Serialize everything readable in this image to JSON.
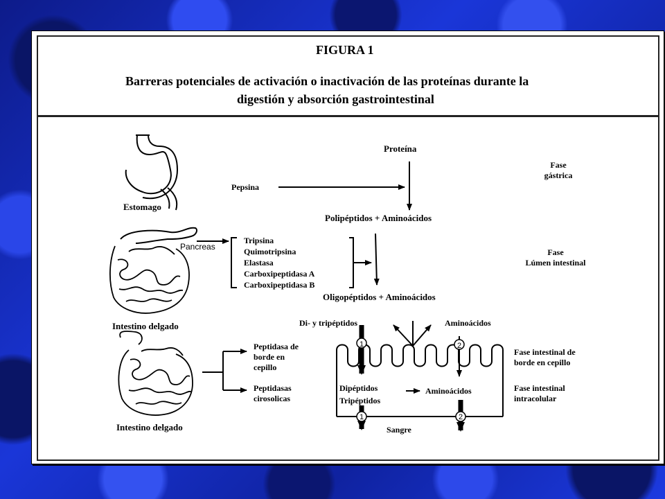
{
  "header": {
    "figure_label": "FIGURA 1",
    "caption_line1": "Barreras potenciales de activación o inactivación de las proteínas durante la",
    "caption_line2": "digestión y absorción gastrointestinal"
  },
  "organs": {
    "stomach": "Estomago",
    "pancreas": "Pancreas",
    "intestine_1": "Intestino delgado",
    "intestine_2": "Intestino delgado"
  },
  "pathway": {
    "protein": "Proteína",
    "pepsin": "Pepsina",
    "polypeptides": "Polipéptidos + Aminoácidos",
    "oligopeptides": "Oligopéptidos + Aminoácidos",
    "enzymes": [
      "Tripsina",
      "Quimotripsina",
      "Elastasa",
      "Carboxipeptidasa A",
      "Carboxipeptidasa B"
    ],
    "di_tri_peptides": "Di- y tripéptidos",
    "amino_acids_top": "Aminoácidos",
    "dipeptides": "Dipéptidos",
    "tripeptides": "Tripéptidos",
    "amino_acids_cell": "Aminoácidos",
    "blood": "Sangre",
    "peptidase_brush": [
      "Peptidasa de",
      "borde en",
      "cepillo"
    ],
    "peptidase_cyto": [
      "Peptidasas",
      "cirosolicas"
    ],
    "marker_1": "1",
    "marker_2": "2"
  },
  "phases": {
    "gastric": [
      "Fase",
      "gástrica"
    ],
    "lumen": [
      "Fase",
      "Lúmen intestinal"
    ],
    "brush": [
      "Fase intestinal de",
      "borde en cepillo"
    ],
    "intracellular": [
      "Fase intestinal",
      "intracolular"
    ]
  }
}
